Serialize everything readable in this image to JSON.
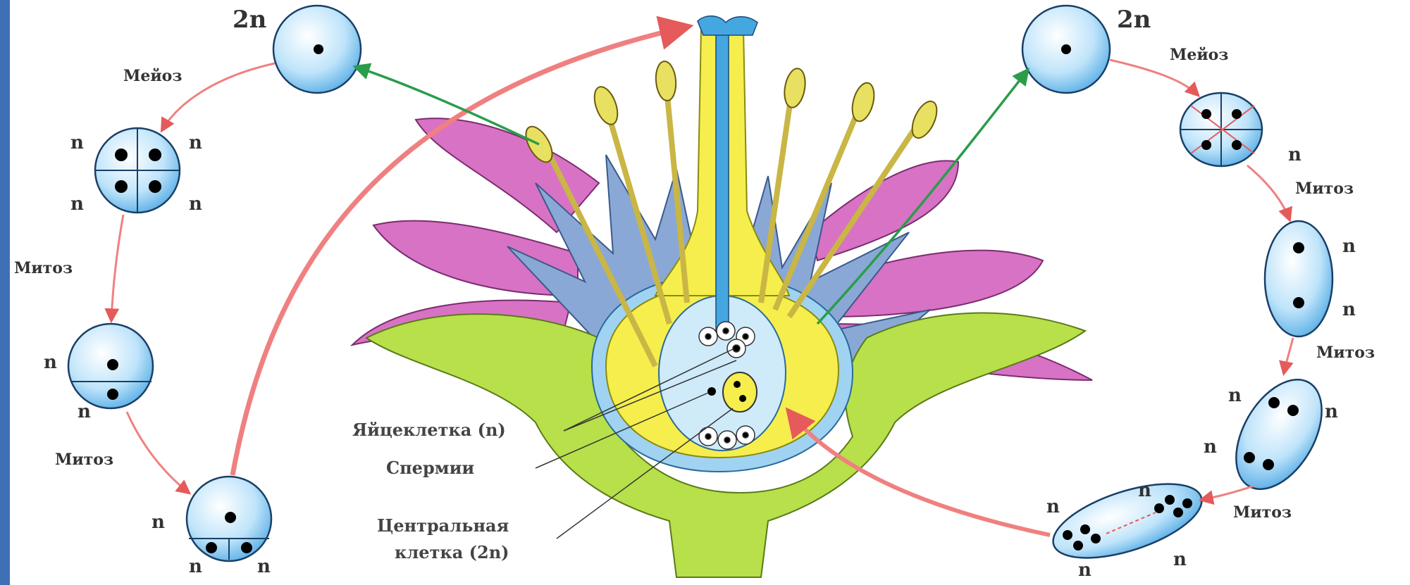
{
  "labels": {
    "diploid": "2n",
    "haploid": "n",
    "meiosis": "Мейоз",
    "mitosis": "Митоз",
    "egg_cell": "Яйцеклетка (n)",
    "sperms": "Спермии",
    "central_cell_line1": "Центральная",
    "central_cell_line2": "клетка (2n)"
  },
  "colors": {
    "cell_blue": "#a9d9f5",
    "cell_outline": "#1a3f66",
    "petal_pink": "#d872c4",
    "sepal_blue": "#8aa8d6",
    "stem_green": "#b7e04a",
    "pistil_yellow": "#f5ee4d",
    "style_blue": "#45a7e0",
    "arrow_red": "#f08080",
    "arrow_green": "#33aa55",
    "frame_blue": "#3f6fb5"
  }
}
